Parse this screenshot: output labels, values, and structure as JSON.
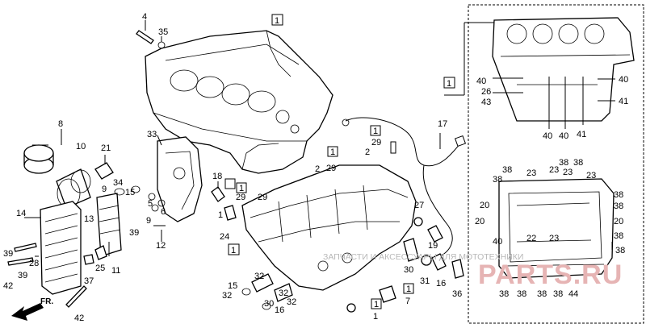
{
  "labels": {
    "l1": "1",
    "l2": "2",
    "l4": "4",
    "l5": "5",
    "l6": "6",
    "l7": "7",
    "l8": "8",
    "l9": "9",
    "l10": "10",
    "l11": "11",
    "l12": "12",
    "l13": "13",
    "l14": "14",
    "l15": "15",
    "l16": "16",
    "l17": "17",
    "l18": "18",
    "l19": "19",
    "l20": "20",
    "l21": "21",
    "l22": "22",
    "l23": "23",
    "l24": "24",
    "l25": "25",
    "l26": "26",
    "l27": "27",
    "l28": "28",
    "l29": "29",
    "l30": "30",
    "l31": "31",
    "l32": "32",
    "l33": "33",
    "l34": "34",
    "l35": "35",
    "l36": "36",
    "l37": "37",
    "l38": "38",
    "l39": "39",
    "l40": "40",
    "l41": "41",
    "l42": "42",
    "l43": "43",
    "l44": "44"
  },
  "direction_label": "FR.",
  "watermark": {
    "text": "ЗАПЧАСТИ И АКСЕССУАРЫ ДЛЯ МОТОТЕХНИКИ",
    "brand": "PARTS.RU"
  }
}
